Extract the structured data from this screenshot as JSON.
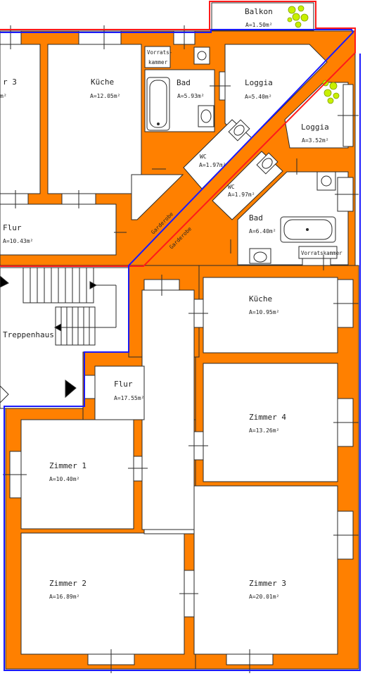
{
  "colors": {
    "wall": "#ff8000",
    "wall_outline": "#2a2a2a",
    "floor": "#ffffff",
    "boundary_blue": "#1a1aff",
    "boundary_red": "#ff1a1a",
    "plant": "#c8f000"
  },
  "rooms": {
    "zimmer3_top": {
      "name": "r 3",
      "area": "m²"
    },
    "kueche_top": {
      "name": "Küche",
      "area": "A=12.05m²"
    },
    "vorratskammer_top": {
      "name_1": "Vorrats-",
      "name_2": "kammer"
    },
    "bad_top": {
      "name": "Bad",
      "area": "A=5.93m²"
    },
    "loggia_top": {
      "name": "Loggia",
      "area": "A=5.40m²"
    },
    "balkon": {
      "name": "Balkon",
      "area": "A=1.50m²"
    },
    "wc_left": {
      "name": "WC",
      "area": "A=1.97m²"
    },
    "wc_right": {
      "name": "WC",
      "area": "A=1.97m²"
    },
    "loggia_right": {
      "name": "Loggia",
      "area": "A=3.52m²"
    },
    "flur_top": {
      "name": "Flur",
      "area": "A=10.43m²"
    },
    "garderobe_1": {
      "name": "Garderobe"
    },
    "garderobe_2": {
      "name": "Garderobe"
    },
    "bad_right": {
      "name": "Bad",
      "area": "A=6.40m²"
    },
    "vorratskammer_right": {
      "name": "Vorratskammer"
    },
    "treppenhaus": {
      "name": "Treppenhaus"
    },
    "kueche_right": {
      "name": "Küche",
      "area": "A=10.95m²"
    },
    "flur_mid": {
      "name": "Flur",
      "area": "A=17.55m²"
    },
    "zimmer4": {
      "name": "Zimmer 4",
      "area": "A=13.26m²"
    },
    "zimmer1": {
      "name": "Zimmer 1",
      "area": "A=10.40m²"
    },
    "zimmer2": {
      "name": "Zimmer 2",
      "area": "A=16.89m²"
    },
    "zimmer3_bottom": {
      "name": "Zimmer 3",
      "area": "A=20.01m²"
    }
  }
}
